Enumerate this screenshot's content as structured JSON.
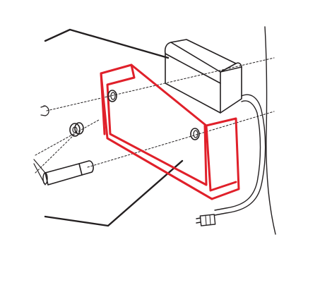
{
  "diagram": {
    "colors": {
      "line": "#231f20",
      "highlight": "#e0202a",
      "background": "#ffffff"
    },
    "parts": [
      {
        "id": "control-module",
        "shape": "box"
      },
      {
        "id": "mounting-bracket",
        "highlighted": true
      },
      {
        "id": "grommet"
      },
      {
        "id": "mounting-stud"
      },
      {
        "id": "wire-harness-connector"
      }
    ]
  }
}
